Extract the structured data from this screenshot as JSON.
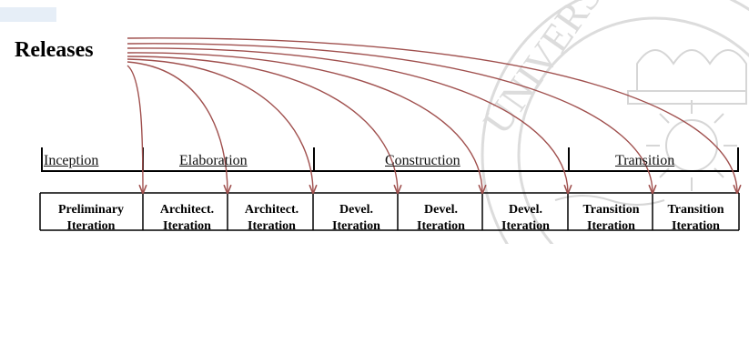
{
  "title": "Releases",
  "phases": [
    {
      "label": "Inception"
    },
    {
      "label": "Elaboration"
    },
    {
      "label": "Construction"
    },
    {
      "label": "Transition"
    }
  ],
  "iterations": [
    {
      "line1": "Preliminary",
      "line2": "Iteration"
    },
    {
      "line1": "Architect.",
      "line2": "Iteration"
    },
    {
      "line1": "Architect.",
      "line2": "Iteration"
    },
    {
      "line1": "Devel.",
      "line2": "Iteration"
    },
    {
      "line1": "Devel.",
      "line2": "Iteration"
    },
    {
      "line1": "Devel.",
      "line2": "Iteration"
    },
    {
      "line1": "Transition",
      "line2": "Iteration"
    },
    {
      "line1": "Transition",
      "line2": "Iteration"
    }
  ],
  "colors": {
    "arrow": "#a0504e",
    "line": "#000000",
    "watermark": "#d9d9d9"
  },
  "watermark": {
    "text": "UNIVERSIDAD"
  }
}
